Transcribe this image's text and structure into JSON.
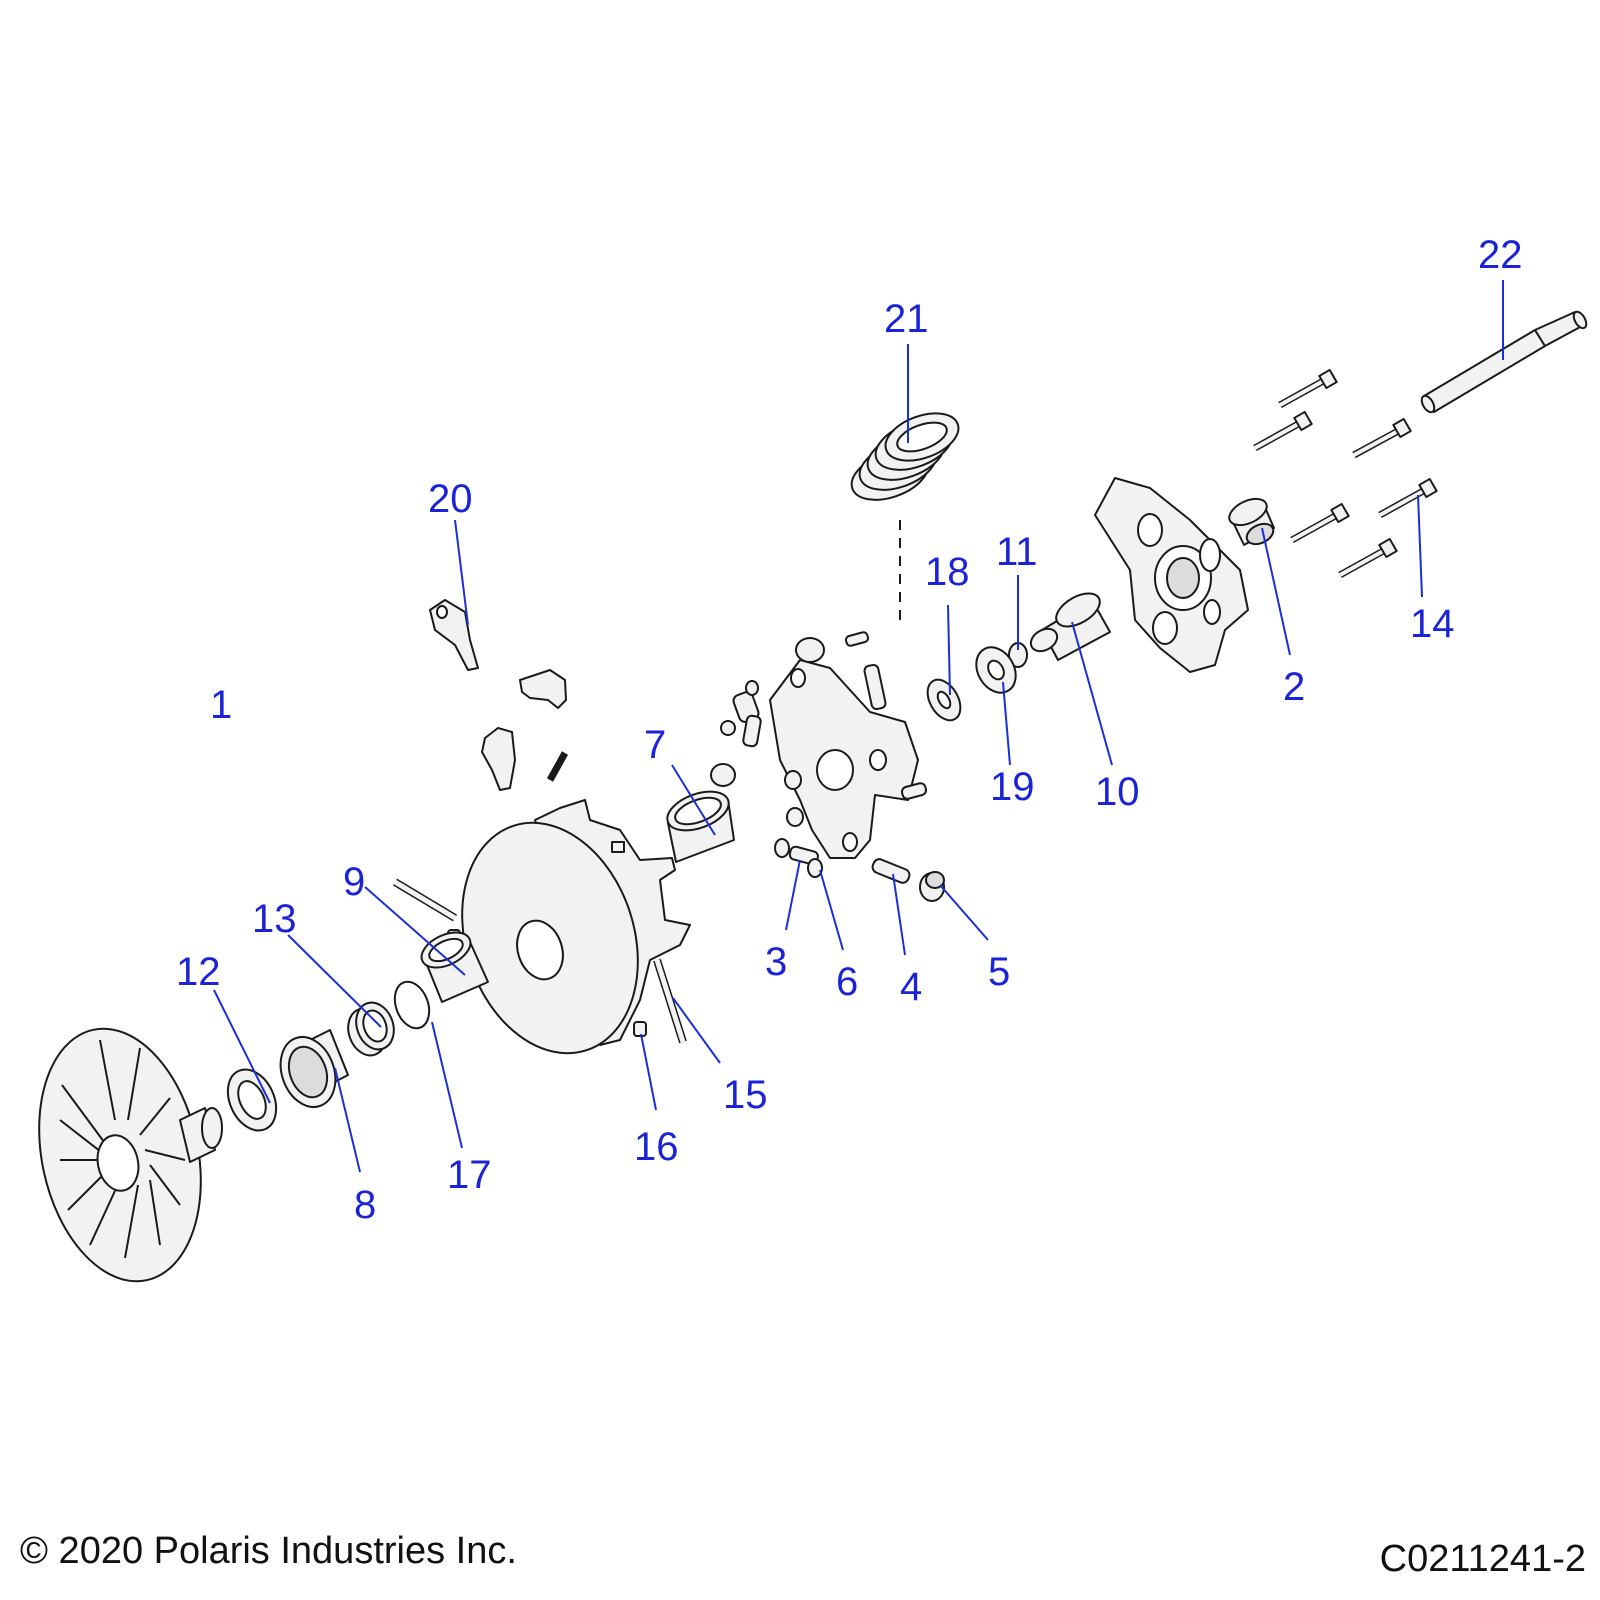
{
  "diagram": {
    "callouts": {
      "c1": "1",
      "c2": "2",
      "c3": "3",
      "c4": "4",
      "c5": "5",
      "c6": "6",
      "c7": "7",
      "c8": "8",
      "c9": "9",
      "c10": "10",
      "c11": "11",
      "c12": "12",
      "c13": "13",
      "c14": "14",
      "c15": "15",
      "c16": "16",
      "c17": "17",
      "c18": "18",
      "c19": "19",
      "c20": "20",
      "c21": "21",
      "c22": "22"
    }
  },
  "footer": {
    "copyright": "© 2020 Polaris Industries Inc.",
    "drawing_number": "C0211241-2"
  },
  "colors": {
    "callout": "#1a24d6",
    "line": "#1a1a1a",
    "part_fill": "#f2f2f2"
  }
}
